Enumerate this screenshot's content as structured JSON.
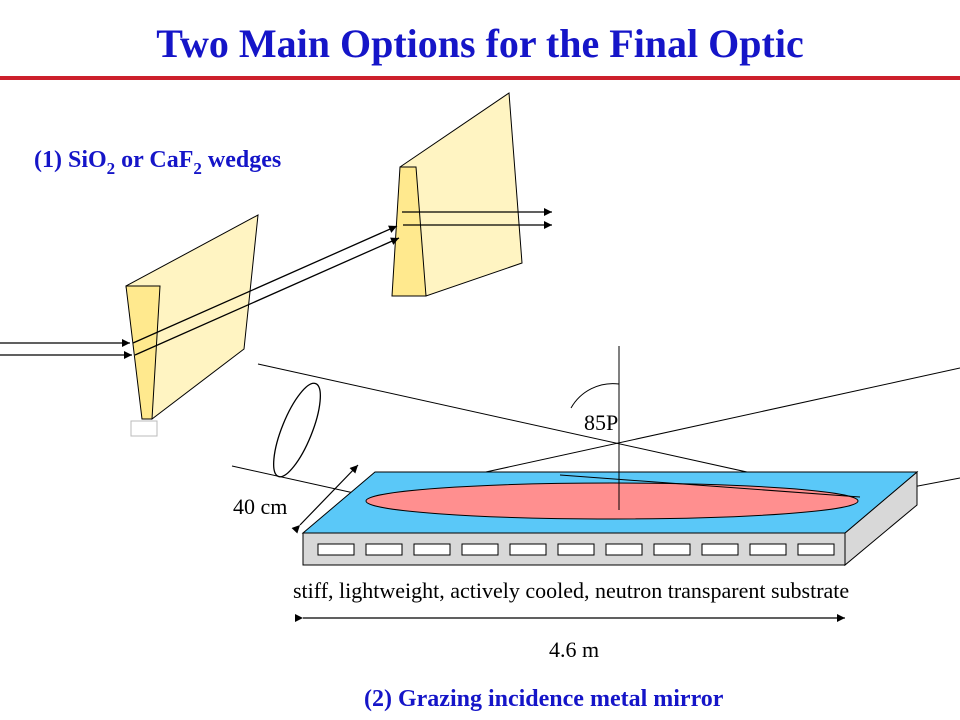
{
  "title": "Two Main Options for the Final Optic",
  "option1": {
    "prefix": "(1) SiO",
    "sub1": "2",
    "middle": " or CaF",
    "sub2": "2",
    "suffix": " wedges"
  },
  "option2": {
    "label": "(2) Grazing incidence metal mirror"
  },
  "mirror": {
    "angle_label": "85P",
    "width_label": "40 cm",
    "substrate_label": "stiff, lightweight, actively cooled, neutron transparent substrate",
    "length_label": "4.6 m",
    "cooling_channel_count": 11
  },
  "colors": {
    "title": "#1515c8",
    "rule": "#cc1f2b",
    "wedge_face": "#fff4c2",
    "wedge_edge": "#ffe98e",
    "mirror_top": "#5ac8f8",
    "mirror_spot": "#ff8f8f",
    "mirror_side": "#d8d8d8"
  }
}
